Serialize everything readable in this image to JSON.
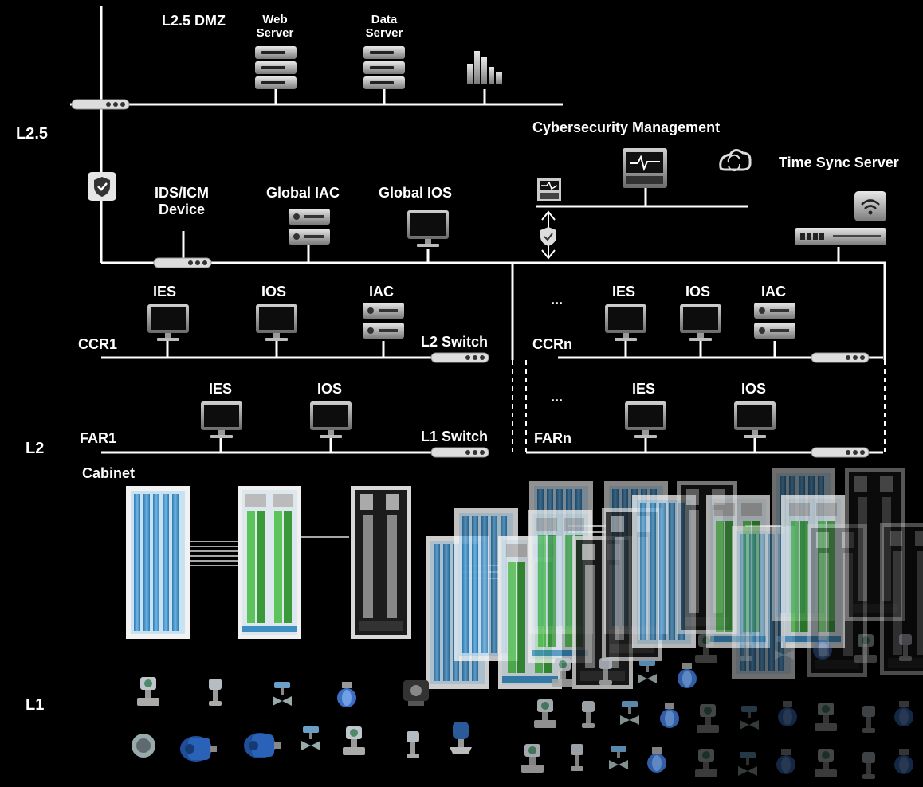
{
  "levels": {
    "l25": "L2.5",
    "l2": "L2",
    "l1": "L1"
  },
  "dmz": {
    "title": "L2.5 DMZ",
    "web_server_line1": "Web",
    "web_server_line2": "Server",
    "data_server_line1": "Data",
    "data_server_line2": "Server",
    "chart_icon": "bar-chart-icon"
  },
  "l25": {
    "cybersecurity_management": "Cybersecurity Management",
    "time_sync_server": "Time Sync Server",
    "ids_line1": "IDS/ICM",
    "ids_line2": "Device",
    "global_iac": "Global IAC",
    "global_ios": "Global IOS"
  },
  "ccr1": {
    "name": "CCR1",
    "ies": "IES",
    "ios": "IOS",
    "iac": "IAC",
    "switch": "L2 Switch"
  },
  "ccrn": {
    "name": "CCRn",
    "ellipsis": "...",
    "ies": "IES",
    "ios": "IOS",
    "iac": "IAC"
  },
  "far1": {
    "name": "FAR1",
    "ies": "IES",
    "ios": "IOS",
    "switch": "L1 Switch"
  },
  "farn": {
    "name": "FARn",
    "ellipsis": "...",
    "ies": "IES",
    "ios": "IOS"
  },
  "cabinet": {
    "title": "Cabinet"
  },
  "colors": {
    "background": "#000000",
    "line": "#ffffff",
    "cabinet_blue": "#3d8fc4",
    "io_green": "#5cc45a"
  },
  "icons": [
    "server-icon",
    "monitor-icon",
    "shield-icon",
    "switch-icon",
    "cloud-sync-icon",
    "wifi-icon",
    "security-console-icon",
    "transmitter-icon",
    "motor-icon",
    "valve-icon",
    "flowmeter-icon"
  ]
}
